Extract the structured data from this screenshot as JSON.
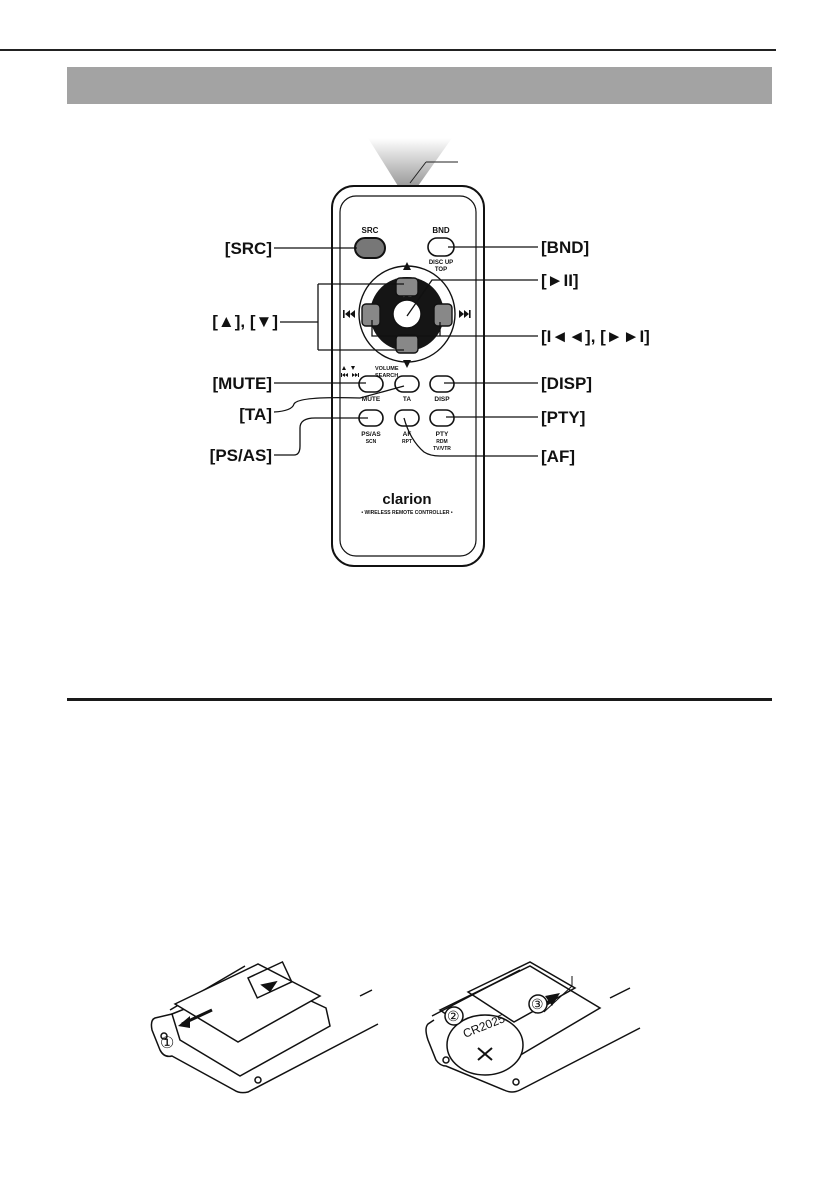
{
  "remote": {
    "labels": {
      "src": "SRC",
      "bnd": "BND",
      "disc_up": "DISC UP",
      "top": "TOP",
      "play_pause": "►II",
      "volume": "VOLUME",
      "search": "SEARCH",
      "mute": "MUTE",
      "ta": "TA",
      "disp": "DISP",
      "ps_as": "PS/AS",
      "scn": "SCN",
      "af": "AF",
      "rpt": "RPT",
      "pty": "PTY",
      "rdm": "RDM",
      "tv_vtr": "TV/VTR",
      "brand": "clarion",
      "model_line": "• WIRELESS REMOTE CONTROLLER •"
    },
    "callouts": {
      "src": "[SRC]",
      "bnd": "[BND]",
      "play_pause": "[►II]",
      "up_down": "[▲], [▼]",
      "prev_next": "[I◄◄], [►►I]",
      "mute": "[MUTE]",
      "disp": "[DISP]",
      "ta": "[TA]",
      "pty": "[PTY]",
      "ps_as": "[PS/AS]",
      "af": "[AF]"
    }
  },
  "battery": {
    "cell_label": "CR2025",
    "steps": [
      "①",
      "②",
      "③"
    ]
  }
}
